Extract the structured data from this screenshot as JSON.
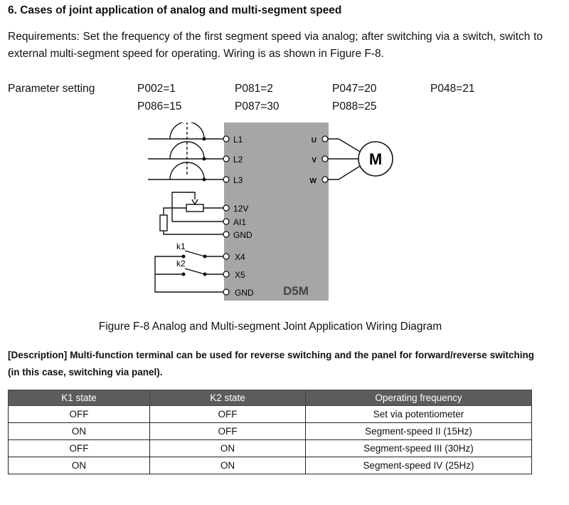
{
  "heading": "6. Cases of joint application of analog and multi-segment speed",
  "requirements": "Requirements: Set the frequency of the first segment speed via analog; after switching via a switch, switch to external multi-segment speed for operating. Wiring is as shown in Figure F-8.",
  "parameter_setting": {
    "label": "Parameter setting",
    "row1": [
      "P002=1",
      "P081=2",
      "P047=20",
      "P048=21"
    ],
    "row2": [
      "P086=15",
      "P087=30",
      "P088=25"
    ]
  },
  "figure": {
    "caption": "Figure F-8 Analog and Multi-segment Joint Application Wiring Diagram",
    "inputs": [
      "L1",
      "L2",
      "L3"
    ],
    "outputs": [
      "U",
      "V",
      "W"
    ],
    "motor": "M",
    "analog_terminals": [
      "12V",
      "AI1",
      "GND"
    ],
    "digital_terminals": [
      "X4",
      "X5",
      "GND"
    ],
    "switches": [
      "k1",
      "k2"
    ],
    "model": "D5M"
  },
  "description": "[Description] Multi-function terminal can be used for reverse switching and the panel for forward/reverse switching (in this case, switching via panel).",
  "table": {
    "headers": [
      "K1 state",
      "K2 state",
      "Operating frequency"
    ],
    "rows": [
      [
        "OFF",
        "OFF",
        "Set via potentiometer"
      ],
      [
        "ON",
        "OFF",
        "Segment-speed II (15Hz)"
      ],
      [
        "OFF",
        "ON",
        "Segment-speed III (30Hz)"
      ],
      [
        "ON",
        "ON",
        "Segment-speed IV (25Hz)"
      ]
    ]
  }
}
